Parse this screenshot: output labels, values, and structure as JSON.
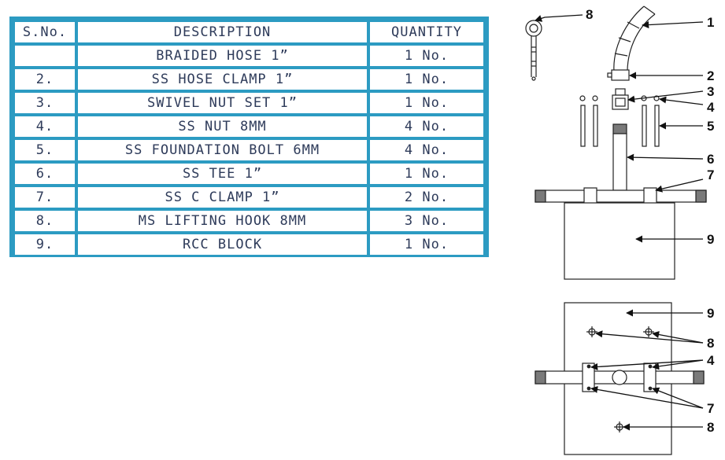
{
  "table": {
    "headers": {
      "sno": "S.No.",
      "description": "DESCRIPTION",
      "quantity": "QUANTITY"
    },
    "rows": [
      {
        "sno": "",
        "description": "BRAIDED HOSE 1”",
        "quantity": "1 No."
      },
      {
        "sno": "2.",
        "description": "SS HOSE CLAMP 1”",
        "quantity": "1 No."
      },
      {
        "sno": "3.",
        "description": "SWIVEL NUT SET 1”",
        "quantity": "1 No."
      },
      {
        "sno": "4.",
        "description": "SS NUT 8MM",
        "quantity": "4 No."
      },
      {
        "sno": "5.",
        "description": "SS FOUNDATION BOLT 6MM",
        "quantity": "4 No."
      },
      {
        "sno": "6.",
        "description": "SS TEE 1”",
        "quantity": "1 No."
      },
      {
        "sno": "7.",
        "description": "SS C CLAMP 1”",
        "quantity": "2 No."
      },
      {
        "sno": "8.",
        "description": "MS LIFTING HOOK 8MM",
        "quantity": "3 No."
      },
      {
        "sno": "9.",
        "description": "RCC BLOCK",
        "quantity": "1 No."
      }
    ]
  },
  "diagram": {
    "callouts": {
      "braided_hose": "1",
      "hose_clamp": "2",
      "swivel_nut": "3",
      "nut_side": "4",
      "bolt_side": "5",
      "tee": "6",
      "c_clamp_side": "7",
      "lifting_hook_side": "8",
      "rcc_block_side": "9",
      "rcc_block_top": "9",
      "lifting_hook_top_a": "8",
      "nut_top": "4",
      "c_clamp_top": "7",
      "lifting_hook_top_b": "8"
    },
    "colors": {
      "table_border": "#2c9bc2",
      "table_text": "#2e3b5a",
      "line": "#222222",
      "end_cap": "#7a7a7a"
    }
  }
}
